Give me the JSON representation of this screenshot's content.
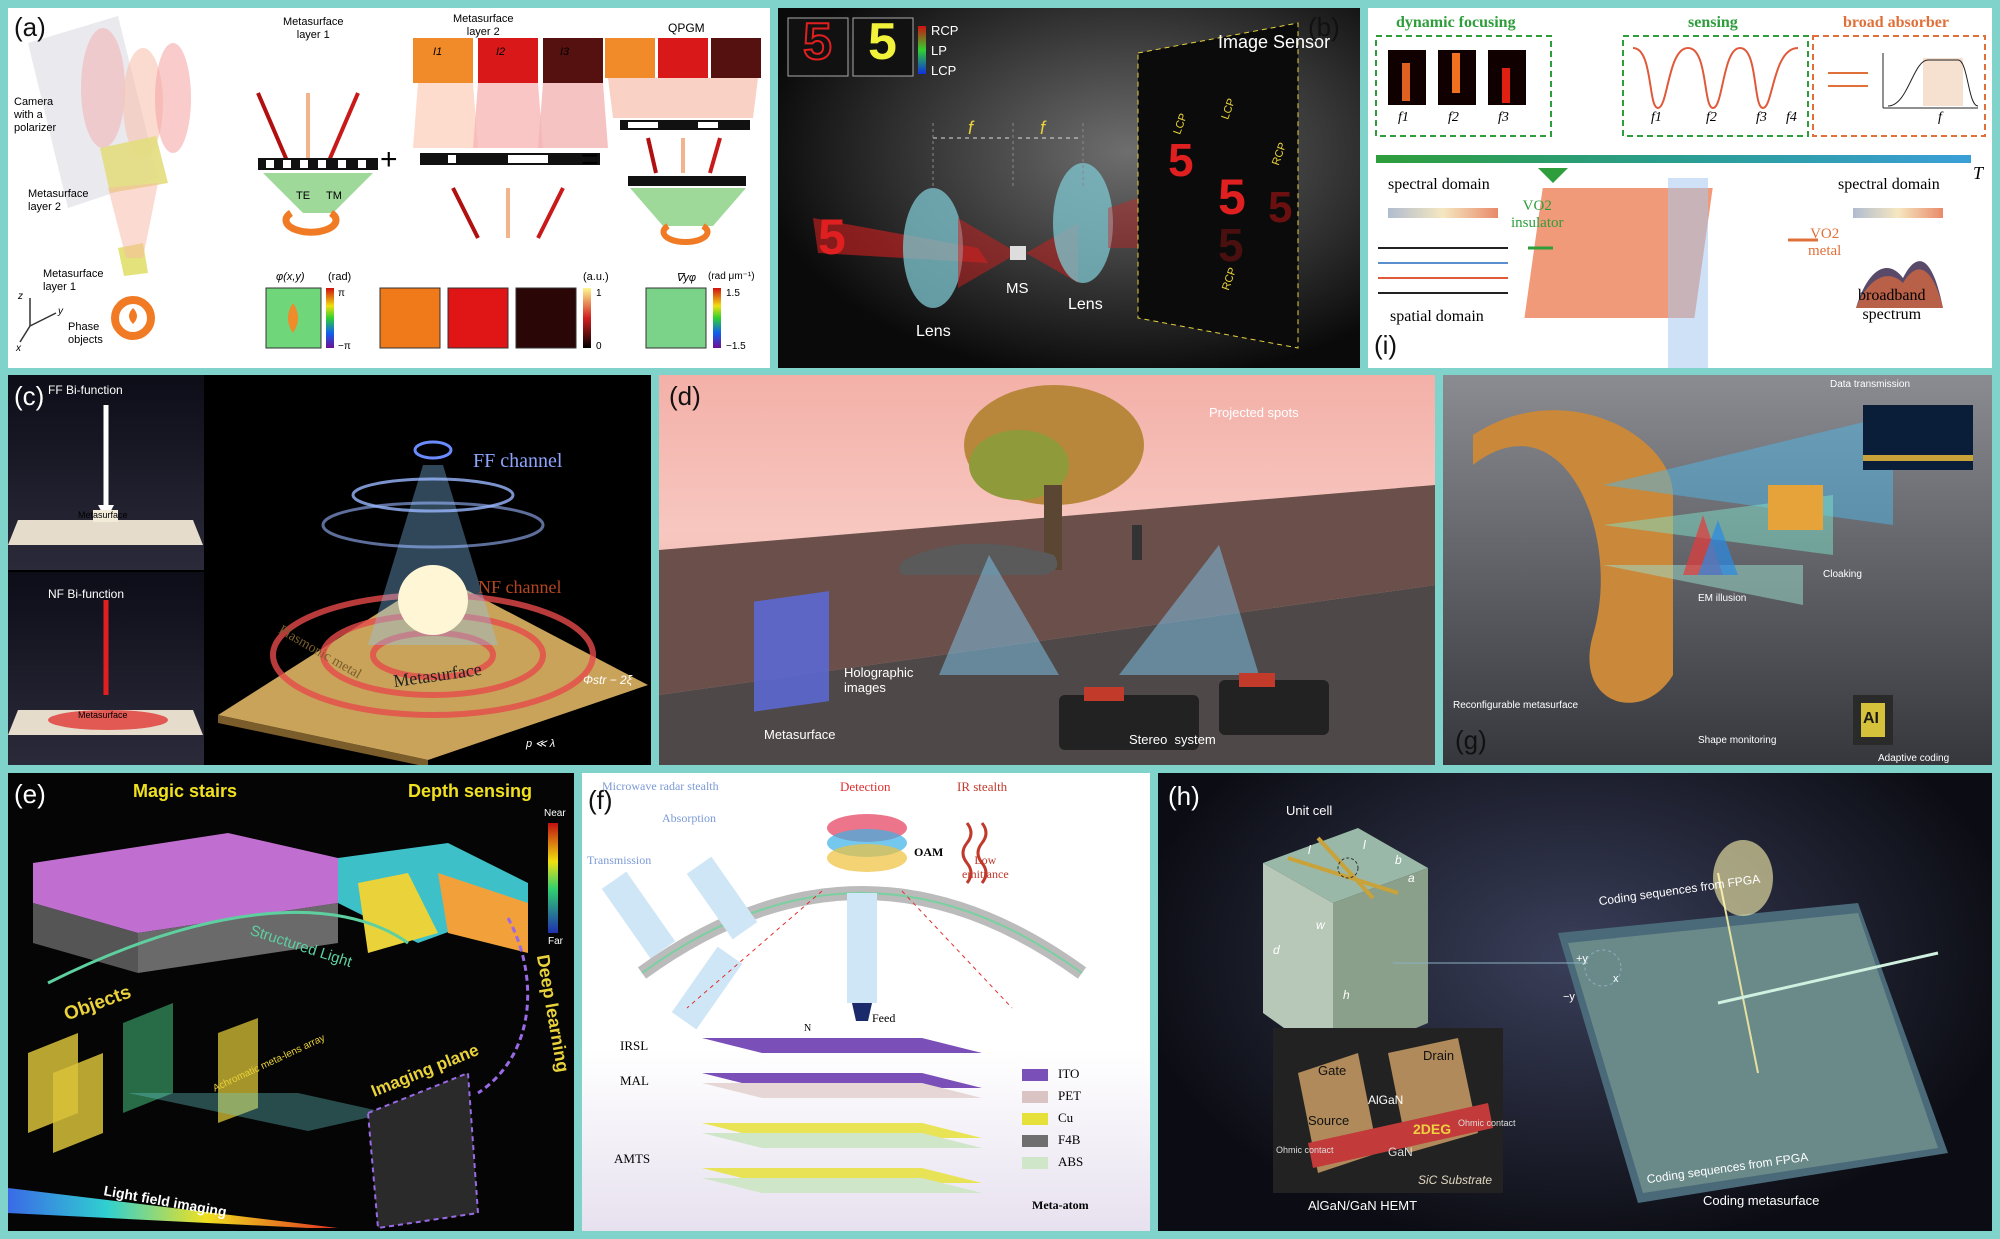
{
  "colors": {
    "frame": "#7fd3cb",
    "dark": "#0b0b0b",
    "teal": "#2a9d8f",
    "green": "#2e9d3b",
    "orange": "#e0703a"
  },
  "panels": {
    "a": {
      "label": "(a)",
      "camera": "Camera\nwith a\npolarizer",
      "ms2": "Metasurface\nlayer 2",
      "ms1": "Metasurface\nlayer 1",
      "phase": "Phase\nobjects",
      "col1": "Metasurface\nlayer 1",
      "col2": "Metasurface\nlayer 2",
      "col3": "QPGM",
      "i1": "I1",
      "i2": "I2",
      "i3": "I3",
      "te": "TE",
      "tm": "TM",
      "plus": "+",
      "eq": "=",
      "phi": "φ(x,y)",
      "rad": "(rad)",
      "pi": "π",
      "mpi": "−π",
      "au": "(a.u.)",
      "one": "1",
      "zero": "0",
      "grad": "∇yφ",
      "radum": "(rad μm⁻¹)",
      "p15": "1.5",
      "m15": "−1.5",
      "x": "x",
      "y": "y",
      "z": "z"
    },
    "b": {
      "label": "(b)",
      "rcp": "RCP",
      "lp": "LP",
      "lcp": "LCP",
      "sensor": "Image Sensor",
      "lens1": "Lens",
      "lens2": "Lens",
      "ms": "MS",
      "f": "f",
      "digit": "5",
      "s_lcp1": "LCP",
      "s_lcp2": "LCP",
      "s_rcp1": "RCP",
      "s_rcp2": "RCP"
    },
    "i": {
      "label": "(i)",
      "dyn": "dynamic focusing",
      "sens": "sensing",
      "broad": "broad absorber",
      "f1": "f1",
      "f2": "f2",
      "f3": "f3",
      "f4": "f4",
      "f": "f",
      "T": "T",
      "spec1": "spectral domain",
      "spec2": "spectral domain",
      "vo2ins": "VO2\ninsulator",
      "vo2met": "VO2\nmetal",
      "spatial": "spatial domain",
      "bbs": "broadband\nspectrum"
    },
    "c": {
      "label": "(c)",
      "ff": "FF Bi-function",
      "nf": "NF Bi-function",
      "ms_small1": "Metasurface",
      "ms_small2": "Metasurface",
      "ffch": "FF channel",
      "nfch": "NF channel",
      "meta": "Metasurface",
      "plasm": "Plasmonic metal",
      "phistr": "Φstr − 2ξ",
      "pll": "p ≪ λ"
    },
    "d": {
      "label": "(d)",
      "proj": "Projected spots",
      "holo": "Holographic\nimages",
      "meta": "Metasurface",
      "stereo": "Stereo  system"
    },
    "g": {
      "label": "(g)",
      "data": "Data transmission",
      "cloak": "Cloaking",
      "em": "EM illusion",
      "reconf": "Reconfigurable metasurface",
      "shape": "Shape monitoring",
      "adapt": "Adaptive coding",
      "ai": "AI"
    },
    "e": {
      "label": "(e)",
      "magic": "Magic stairs",
      "depth": "Depth sensing",
      "near": "Near",
      "far": "Far",
      "objects": "Objects",
      "structured": "Structured Light",
      "achro": "Achromatic meta-lens array",
      "deep": "Deep learning",
      "imaging": "Imaging plane",
      "lfi": "Light field imaging"
    },
    "f": {
      "label": "(f)",
      "mrs": "Microwave radar stealth",
      "absorp": "Absorption",
      "trans": "Transmission",
      "detect": "Detection",
      "irs": "IR stealth",
      "oam": "OAM",
      "lowem": "Low\nemittance",
      "feed": "Feed",
      "irsl": "IRSL",
      "mal": "MAL",
      "amts": "AMTS",
      "metaatom": "Meta-atom",
      "N": "N",
      "legend": [
        {
          "name": "ITO",
          "color": "#7b4fb8"
        },
        {
          "name": "PET",
          "color": "#d9c3c3"
        },
        {
          "name": "Cu",
          "color": "#e6e03a"
        },
        {
          "name": "F4B",
          "color": "#6f6f6f"
        },
        {
          "name": "ABS",
          "color": "#cfe6c8"
        }
      ]
    },
    "h": {
      "label": "(h)",
      "unit": "Unit cell",
      "hemt": "AlGaN/GaN HEMT",
      "coding": "Coding metasurface",
      "seqtop": "Coding sequences from FPGA",
      "seqbot": "Coding sequences from FPGA",
      "gate": "Gate",
      "drain": "Drain",
      "source": "Source",
      "algan": "AlGaN",
      "deg": "2DEG",
      "gan": "GaN",
      "sic": "SiC Substrate",
      "ohm1": "Ohmic contact",
      "ohm2": "Ohmic contact",
      "l1": "l",
      "l2": "l",
      "bb": "b",
      "aa": "a",
      "w": "w",
      "d": "d",
      "h": "h",
      "py": "+y",
      "my": "−y",
      "px": "x"
    }
  }
}
